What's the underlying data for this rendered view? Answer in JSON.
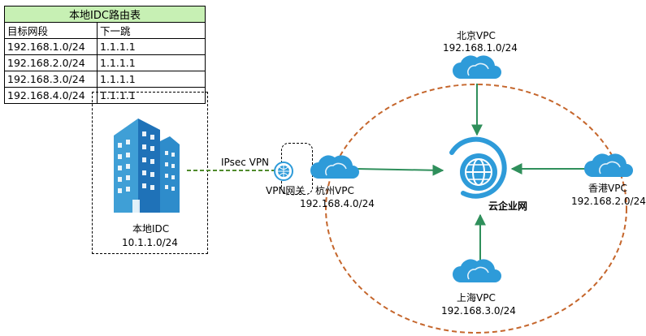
{
  "route_table": {
    "title": "本地IDC路由表",
    "headers": [
      "目标网段",
      "下一跳"
    ],
    "rows": [
      [
        "192.168.1.0/24",
        "1.1.1.1"
      ],
      [
        "192.168.2.0/24",
        "1.1.1.1"
      ],
      [
        "192.168.3.0/24",
        "1.1.1.1"
      ],
      [
        "192.168.4.0/24",
        "1.1.1.1"
      ]
    ]
  },
  "idc": {
    "name": "本地IDC",
    "cidr": "10.1.1.0/24",
    "icon": "building-icon"
  },
  "link": {
    "label": "IPsec VPN",
    "style": "dashed",
    "color": "#4f8a2c"
  },
  "vpn_gateway": {
    "name": "VPN网关",
    "icon": "vpn-gateway-icon"
  },
  "cen": {
    "name": "云企业网",
    "icon": "cen-globe-icon"
  },
  "vpcs": {
    "hangzhou": {
      "name": "杭州VPC",
      "cidr": "192.168.4.0/24"
    },
    "beijing": {
      "name": "北京VPC",
      "cidr": "192.168.1.0/24"
    },
    "hongkong": {
      "name": "香港VPC",
      "cidr": "192.168.2.0/24"
    },
    "shanghai": {
      "name": "上海VPC",
      "cidr": "192.168.3.0/24"
    }
  },
  "colors": {
    "cloud_blue": "#2e9bd9",
    "arrow_green": "#2f8f5b",
    "ellipse_orange": "#c5662c",
    "table_header_green": "#c7f0b4"
  }
}
